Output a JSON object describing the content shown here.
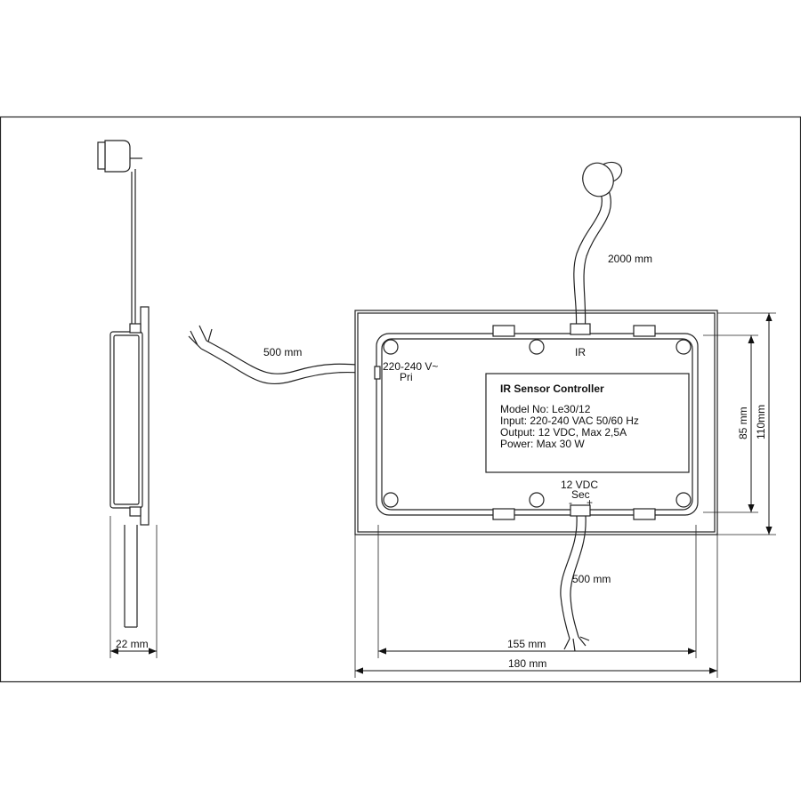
{
  "side_view": {
    "width_dim": "22 mm"
  },
  "wires": {
    "input_length": "500 mm",
    "sensor_length": "2000 mm",
    "output_length": "500 mm"
  },
  "terminals": {
    "input_voltage": "220-240 V~",
    "primary": "Pri",
    "sensor": "IR",
    "output_voltage": "12 VDC",
    "secondary": "Sec",
    "minus": "-",
    "plus": "+"
  },
  "label_plate": {
    "title": "IR Sensor Controller",
    "lines": [
      "Model No: Le30/12",
      "Input: 220-240 VAC 50/60 Hz",
      "Output: 12 VDC, Max 2,5A",
      "Power: Max 30 W"
    ]
  },
  "dimensions": {
    "inner_width": "155 mm",
    "outer_width": "180 mm",
    "inner_height": "85 mm",
    "outer_height": "110mm"
  }
}
